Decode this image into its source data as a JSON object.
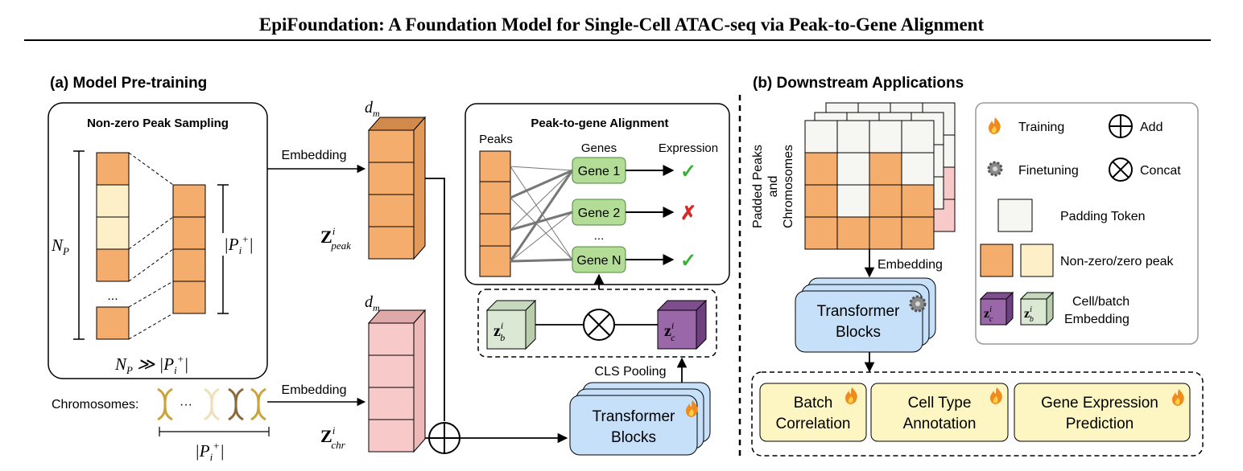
{
  "paper_title": "EpiFoundation: A Foundation Model for Single-Cell ATAC-seq via Peak-to-Gene Alignment",
  "panel_a": {
    "title": "(a) Model Pre-training",
    "sampling_box": {
      "title": "Non-zero Peak Sampling",
      "np_label": "N",
      "np_sub": "P",
      "pi_label": "|P",
      "pi_sub": "i",
      "pi_sup": "+",
      "pi_close": "|",
      "ellipsis": "...",
      "relation_np": "N",
      "relation_sub": "P",
      "relation_op": " ≫ |P",
      "relation_sub2": "i",
      "relation_sup": "+",
      "relation_close": "|"
    },
    "embedding_top": "Embedding",
    "embedding_bottom": "Embedding",
    "dm_label_top": "d",
    "dm_sub_top": "m",
    "dm_label_bottom": "d",
    "dm_sub_bottom": "m",
    "z_peak": "Z",
    "z_peak_sup": "i",
    "z_peak_sub": "peak",
    "z_chr": "Z",
    "z_chr_sup": "i",
    "z_chr_sub": "chr",
    "chromosomes_label": "Chromosomes:",
    "chrom_ellipsis": "···",
    "chrom_count": "|P",
    "chrom_count_sub": "i",
    "chrom_count_sup": "+",
    "chrom_count_close": "|",
    "alignment": {
      "title": "Peak-to-gene Alignment",
      "peaks_label": "Peaks",
      "genes_label": "Genes",
      "expression_label": "Expression",
      "genes": [
        "Gene 1",
        "Gene 2",
        "Gene N"
      ],
      "gene_ellipsis": "...",
      "marks": [
        "✓",
        "✗",
        "✓"
      ]
    },
    "zb": "z",
    "zb_sup": "i",
    "zb_sub": "b",
    "zc": "z",
    "zc_sup": "i",
    "zc_sub": "c",
    "cls_pooling": "CLS Pooling",
    "transformer": [
      "Transformer",
      "Blocks"
    ]
  },
  "panel_b": {
    "title": "(b) Downstream Applications",
    "axis_label": [
      "Padded Peaks",
      "and",
      "Chromosomes"
    ],
    "embedding": "Embedding",
    "transformer": [
      "Transformer",
      "Blocks"
    ],
    "legend": {
      "training": "Training",
      "add": "Add",
      "finetuning": "Finetuning",
      "concat": "Concat",
      "padding": "Padding Token",
      "nonzero": "Non-zero/zero peak",
      "cellbatch": [
        "Cell/batch",
        "Embedding"
      ],
      "zc": "z",
      "zc_sup": "i",
      "zc_sub": "c",
      "zb": "z",
      "zb_sup": "i",
      "zb_sub": "b"
    },
    "tasks": [
      [
        "Batch",
        "Correlation"
      ],
      [
        "Cell Type",
        "Annotation"
      ],
      [
        "Gene Expression",
        "Prediction"
      ]
    ]
  },
  "colors": {
    "orange": "#f5ad6e",
    "light_yellow": "#fdf0c9",
    "pink": "#f8c9c9",
    "green": "#b3dc96",
    "blue": "#c6e0fa",
    "purple": "#9a67a9",
    "light_green": "#dbe8d4",
    "task_yellow": "#fdf5c2",
    "padding": "#f6f6f2"
  }
}
